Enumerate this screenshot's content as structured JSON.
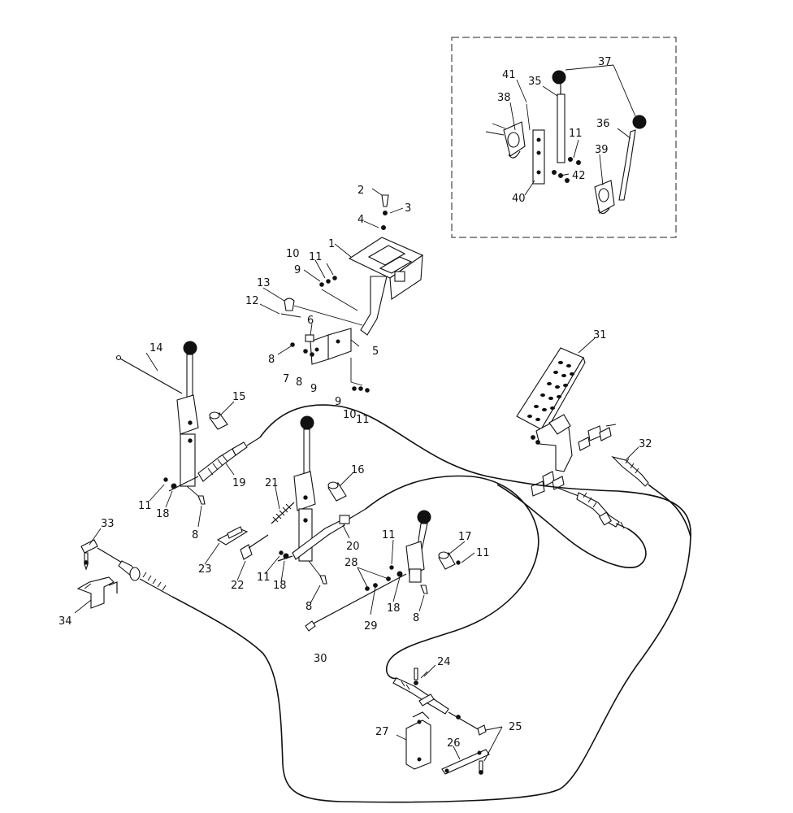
{
  "labels": {
    "n1": "1",
    "n2": "2",
    "n3": "3",
    "n4": "4",
    "n5": "5",
    "n6": "6",
    "n7": "7",
    "n8a": "8",
    "n8b": "8",
    "n8c": "8",
    "n8d": "8",
    "n8e": "8",
    "n9a": "9",
    "n9b": "9",
    "n9c": "9",
    "n10a": "10",
    "n10b": "10",
    "n11a": "11",
    "n11b": "11",
    "n11c": "11",
    "n11d": "11",
    "n11e": "11",
    "n11f": "11",
    "n11g": "11",
    "n12": "12",
    "n13": "13",
    "n14": "14",
    "n15": "15",
    "n16": "16",
    "n17": "17",
    "n18a": "18",
    "n18b": "18",
    "n18c": "18",
    "n19": "19",
    "n20": "20",
    "n21": "21",
    "n22": "22",
    "n23": "23",
    "n24": "24",
    "n25": "25",
    "n26": "26",
    "n27": "27",
    "n28": "28",
    "n29": "29",
    "n30": "30",
    "n31": "31",
    "n32": "32",
    "n33": "33",
    "n34": "34",
    "n35": "35",
    "n36": "36",
    "n37": "37",
    "n38": "38",
    "n39": "39",
    "n40": "40",
    "n41": "41",
    "n42": "42"
  },
  "colors": {
    "ink": "#111111",
    "paper": "#ffffff"
  }
}
